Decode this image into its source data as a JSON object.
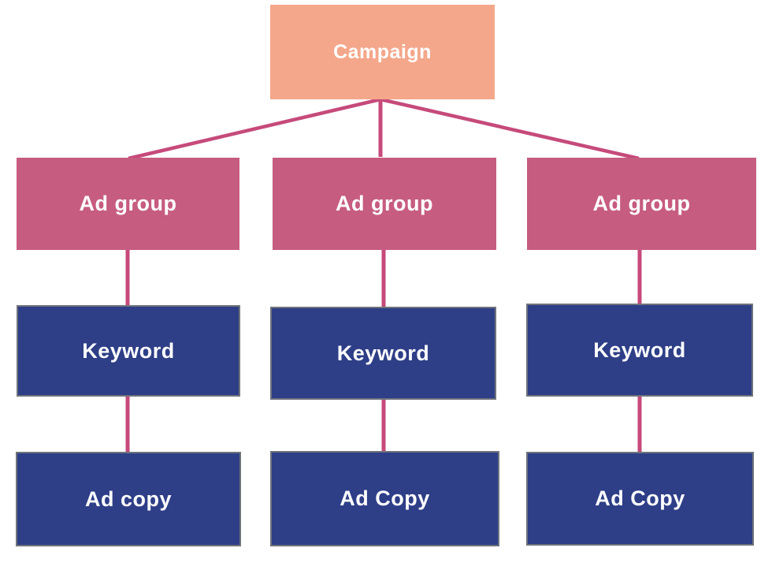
{
  "diagram": {
    "root": {
      "label": "Campaign"
    },
    "columns": [
      {
        "ad_group": "Ad group",
        "keyword": "Keyword",
        "ad_copy": "Ad copy"
      },
      {
        "ad_group": "Ad group",
        "keyword": "Keyword",
        "ad_copy": "Ad Copy"
      },
      {
        "ad_group": "Ad group",
        "keyword": "Keyword",
        "ad_copy": "Ad Copy"
      }
    ],
    "colors": {
      "campaign_bg": "#f4a78b",
      "ad_group_bg": "#c65c7f",
      "blue_bg": "#2e3e87",
      "blue_box_border": "#6e737c",
      "connector": "#c64a7b",
      "node_text": "#ffffff"
    }
  }
}
